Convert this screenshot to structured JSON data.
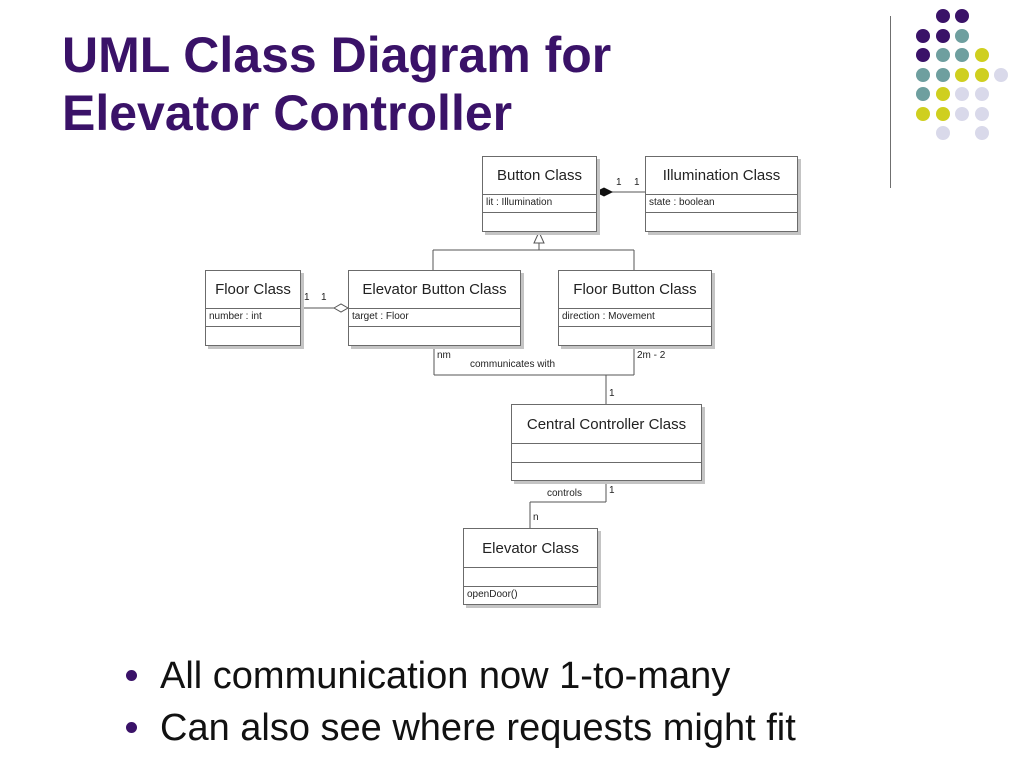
{
  "slide": {
    "title_line1": "UML Class Diagram for",
    "title_line2": "Elevator Controller",
    "colors": {
      "title": "#3a1268",
      "purple": "#3a1268",
      "teal": "#6e9f9f",
      "yellow": "#cfcf1f",
      "lavender": "#d9d9ea"
    }
  },
  "diagram": {
    "classes": {
      "button": {
        "name": "Button Class",
        "attr": "lit : Illumination",
        "ops": ""
      },
      "illumination": {
        "name": "Illumination Class",
        "attr": "state : boolean",
        "ops": ""
      },
      "floor": {
        "name": "Floor Class",
        "attr": "number : int",
        "ops": ""
      },
      "elevator_button": {
        "name": "Elevator Button Class",
        "attr": "target : Floor",
        "ops": ""
      },
      "floor_button": {
        "name": "Floor Button Class",
        "attr": "direction : Movement",
        "ops": ""
      },
      "central": {
        "name": "Central Controller Class",
        "attr": "",
        "ops": ""
      },
      "elevator": {
        "name": "Elevator Class",
        "attr": "",
        "ops": "openDoor()"
      }
    },
    "labels": {
      "button_illum_1a": "1",
      "button_illum_1b": "1",
      "floor_eb_1a": "1",
      "floor_eb_1b": "1",
      "nm": "nm",
      "communicates": "communicates with",
      "two_m": "2m - 2",
      "central_1": "1",
      "controls": "controls",
      "controls_1": "1",
      "elevator_n": "n"
    }
  },
  "bullets": [
    "All communication now 1-to-many",
    "Can also see where requests might fit"
  ]
}
